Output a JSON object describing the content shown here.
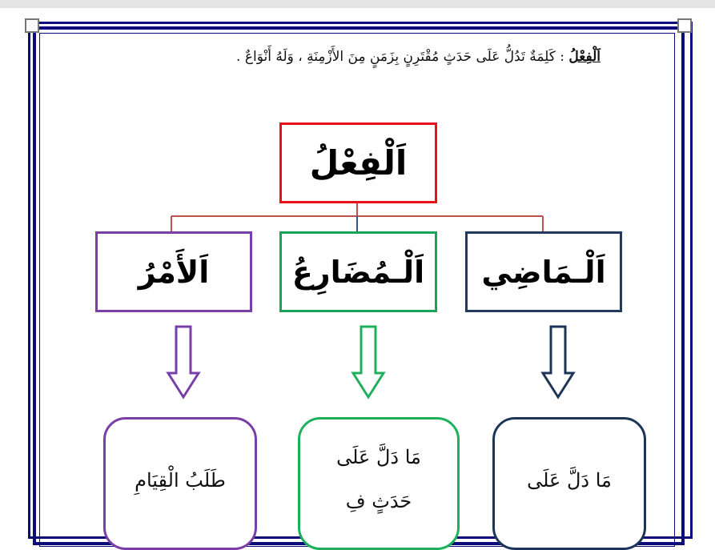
{
  "definition": {
    "term": "اَلْفِعْلُ",
    "text": " : كَلِمَةٌ تَدُلُّ عَلَى حَدَثٍ مُقْتَرِنٍ بِزَمَنٍ مِنَ الأَزْمِنَةِ ، وَلَهُ أَنْوَاعٌ ."
  },
  "tree": {
    "root": "اَلْفِعْلُ",
    "types": {
      "madi": "اَلْـمَاضِي",
      "mudari": "اَلْـمُضَارِعُ",
      "amr": "اَلأَمْرُ"
    }
  },
  "definitions": {
    "madi": {
      "line1": "مَا دَلَّ عَلَى"
    },
    "mudari": {
      "line1": "مَا دَلَّ عَلَى",
      "line2": "حَدَثٍ فِ"
    },
    "amr": {
      "line1": "طَلَبُ الْقِيَامِ"
    }
  },
  "colors": {
    "root_border": "#e8101a",
    "madi": "#213a5e",
    "mudari": "#1aa35a",
    "amr": "#7a3ea8",
    "frame": "#0b0b7a"
  }
}
